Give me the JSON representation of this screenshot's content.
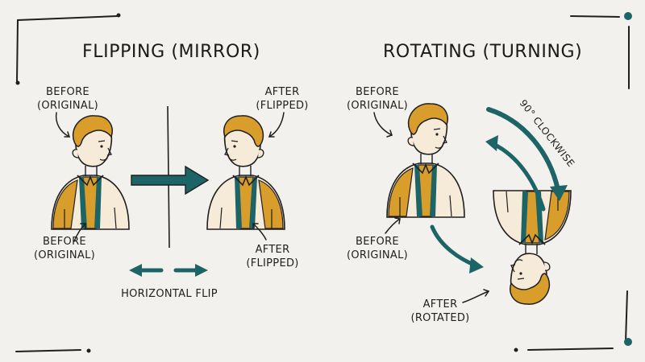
{
  "colors": {
    "mustard": "#d99d2b",
    "teal": "#1d6466",
    "skin": "#f6ead8",
    "ink": "#1f1f1f",
    "background": "#f3f1ed"
  },
  "flipping": {
    "title": "FLIPPING (MIRROR)",
    "before_top": [
      "BEFORE",
      "(ORIGINAL)"
    ],
    "before_bottom": [
      "BEFORE",
      "(ORIGINAL)"
    ],
    "after_top": [
      "AFTER",
      "(FLIPPED)"
    ],
    "after_bottom": [
      "AFTER",
      "(FLIPPED)"
    ],
    "caption": "HORIZONTAL FLIP"
  },
  "rotating": {
    "title": "ROTATING (TURNING)",
    "before_top": [
      "BEFORE",
      "(ORIGINAL)"
    ],
    "before_bottom": [
      "BEFORE",
      "(ORIGINAL)"
    ],
    "after": [
      "AFTER",
      "(ROTATED)"
    ],
    "rotation_label": "90° CLOCKWISE"
  }
}
